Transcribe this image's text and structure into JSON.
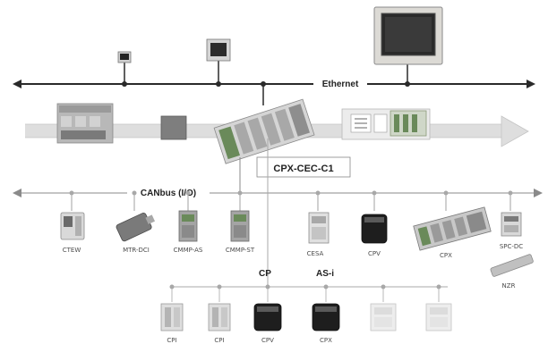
{
  "buses": {
    "ethernet": "Ethernet",
    "canbus": "CANbus (I/O)",
    "cp": "CP",
    "asi": "AS-i"
  },
  "controller": {
    "label": "CPX-CEC-C1"
  },
  "can_devices": [
    {
      "label": "CTEW"
    },
    {
      "label": "MTR-DCI"
    },
    {
      "label": "CMMP-AS"
    },
    {
      "label": "CMMP-ST"
    },
    {
      "label": "CESA"
    },
    {
      "label": "CPV"
    },
    {
      "label": "CPX"
    },
    {
      "label": "SPC-DC"
    },
    {
      "label": "NZR"
    }
  ],
  "bottom_devices": [
    {
      "label": "CPI"
    },
    {
      "label": "CPI"
    },
    {
      "label": "CPV"
    },
    {
      "label": "CPX"
    }
  ],
  "colors": {
    "line": "#2a2a2a",
    "accent_green": "#6a8a5a",
    "panel_gray": "#bdbdbd"
  }
}
